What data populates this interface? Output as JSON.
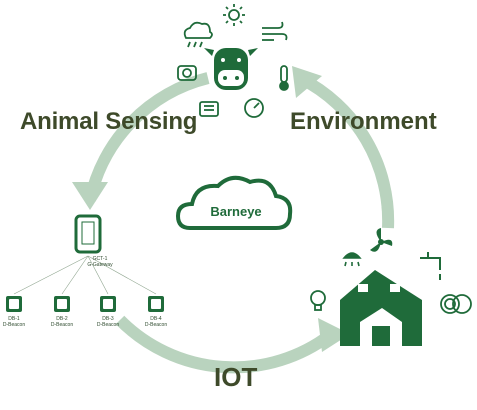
{
  "labels": {
    "animal_sensing": "Animal Sensing",
    "environment": "Environment",
    "iot": "IOT",
    "cloud": "Barneye"
  },
  "gateway": {
    "line1": "GCT-1",
    "line2": "G-Gateway"
  },
  "beacons": [
    {
      "id": "DB-1",
      "type": "D-Beacon"
    },
    {
      "id": "DB-2",
      "type": "D-Beacon"
    },
    {
      "id": "DB-3",
      "type": "D-Beacon"
    },
    {
      "id": "DB-4",
      "type": "D-Beacon"
    }
  ],
  "colors": {
    "dark_green": "#1f6b3a",
    "arrow_green": "#b9d3be",
    "label_text": "#3e4a2a"
  },
  "icons": [
    "cloud-rain-icon",
    "sun-icon",
    "wind-icon",
    "cow-icon",
    "thermometer-icon",
    "camera-icon",
    "meter-icon",
    "gauge-icon",
    "fan-icon",
    "shower-icon",
    "faucet-icon",
    "light-bulb-icon",
    "barn-icon",
    "hay-bale-icon",
    "phone-gateway-icon",
    "beacon-icon"
  ]
}
